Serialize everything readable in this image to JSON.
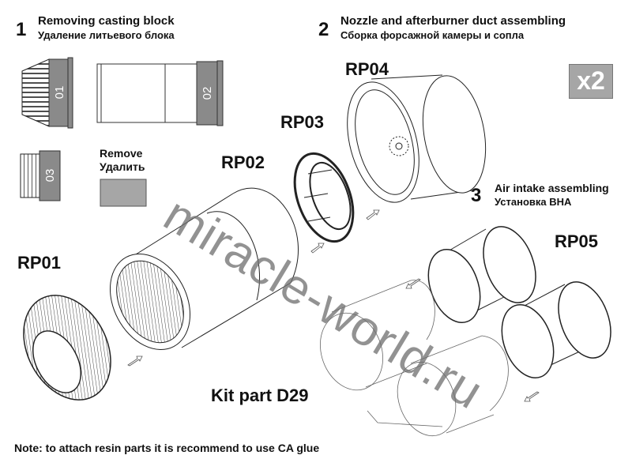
{
  "steps": [
    {
      "number": "1",
      "title_en": "Removing casting block",
      "title_ru": "Удаление литьевого блока"
    },
    {
      "number": "2",
      "title_en": "Nozzle and afterburner duct assembling",
      "title_ru": "Сборка форсажной камеры и сопла"
    },
    {
      "number": "3",
      "title_en": "Air intake assembling",
      "title_ru": "Установка ВНА"
    }
  ],
  "casting_blocks": [
    "01",
    "02",
    "03"
  ],
  "remove": {
    "en": "Remove",
    "ru": "Удалить",
    "swatch_color": "#a6a6a6"
  },
  "quantity_badge": "x2",
  "parts": [
    "RP01",
    "RP02",
    "RP03",
    "RP04",
    "RP05"
  ],
  "kit_part": "Kit part D29",
  "note": "Note: to attach resin parts it is recommend to use CA glue",
  "watermark": "miracle-world.ru",
  "colors": {
    "casting_gray": "#8a8a8a",
    "line": "#222222",
    "light_line": "#666666"
  }
}
